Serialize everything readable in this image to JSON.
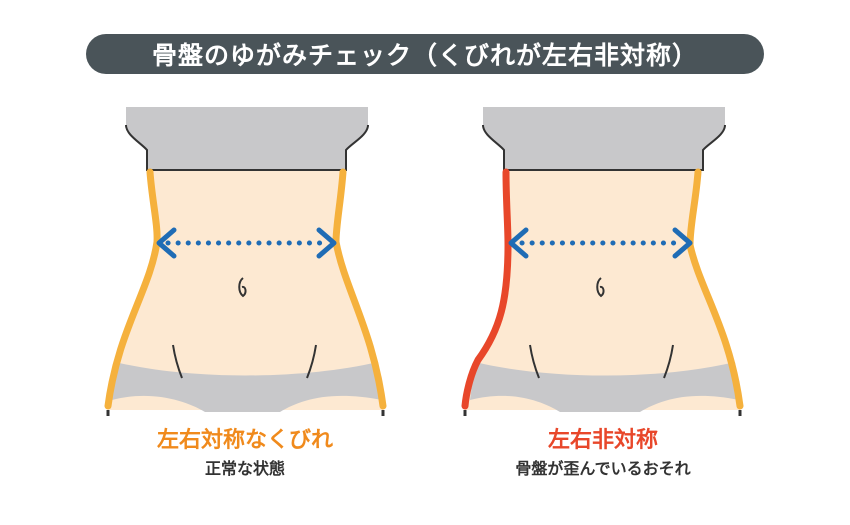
{
  "title": "骨盤のゆがみチェック（くびれが左右非対称）",
  "colors": {
    "title_bg": "#4a5459",
    "skin": "#fde9d2",
    "cloth": "#c8c8ca",
    "outline": "#333333",
    "normal_edge": "#f5b13d",
    "distorted_edge": "#e8472a",
    "arrow": "#1f6cb5",
    "normal_label": "#f08a1c",
    "distorted_label": "#e8472a"
  },
  "panels": [
    {
      "id": "normal",
      "label": "左右対称なくびれ",
      "sublabel": "正常な状態",
      "icon": "symmetric-waist-illustration"
    },
    {
      "id": "distorted",
      "label": "左右非対称",
      "sublabel": "骨盤が歪んでいるおそれ",
      "icon": "asymmetric-waist-illustration"
    }
  ]
}
